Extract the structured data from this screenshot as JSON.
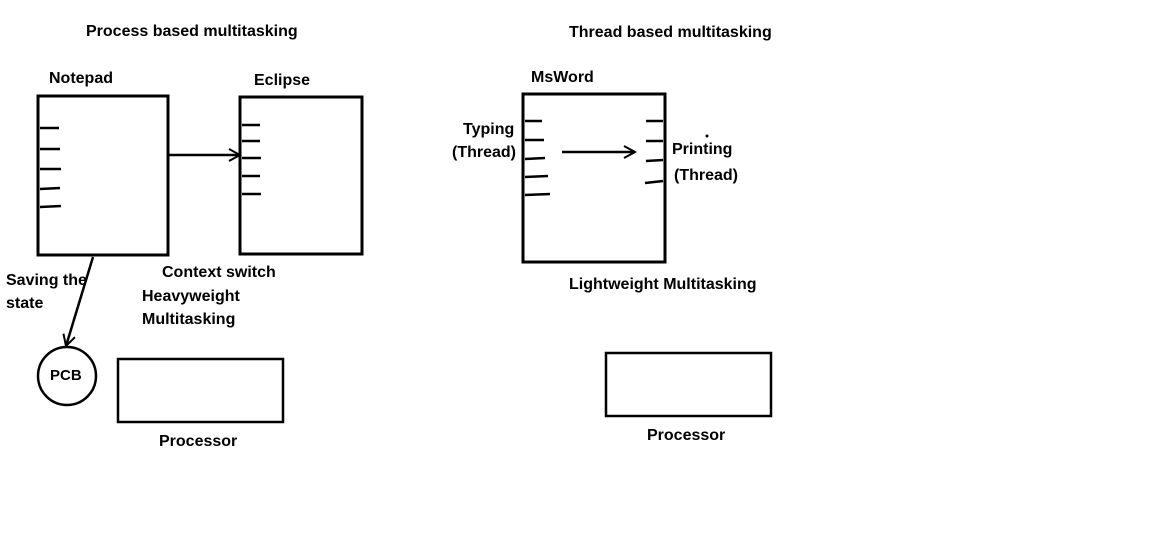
{
  "left": {
    "heading": "Process based multitasking",
    "notepad_label": "Notepad",
    "eclipse_label": "Eclipse",
    "saving_line1": "Saving the",
    "saving_line2": "state",
    "context_switch": "Context switch",
    "heavy_line1": "Heavyweight",
    "heavy_line2": "Multitasking",
    "pcb_label": "PCB",
    "processor_label": "Processor"
  },
  "right": {
    "heading": "Thread based multitasking",
    "msword_label": "MsWord",
    "typing_line1": "Typing",
    "typing_line2": "(Thread)",
    "printing_line1": "Printing",
    "printing_line2": "(Thread)",
    "lightweight": "Lightweight Multitasking",
    "processor_label": "Processor"
  }
}
